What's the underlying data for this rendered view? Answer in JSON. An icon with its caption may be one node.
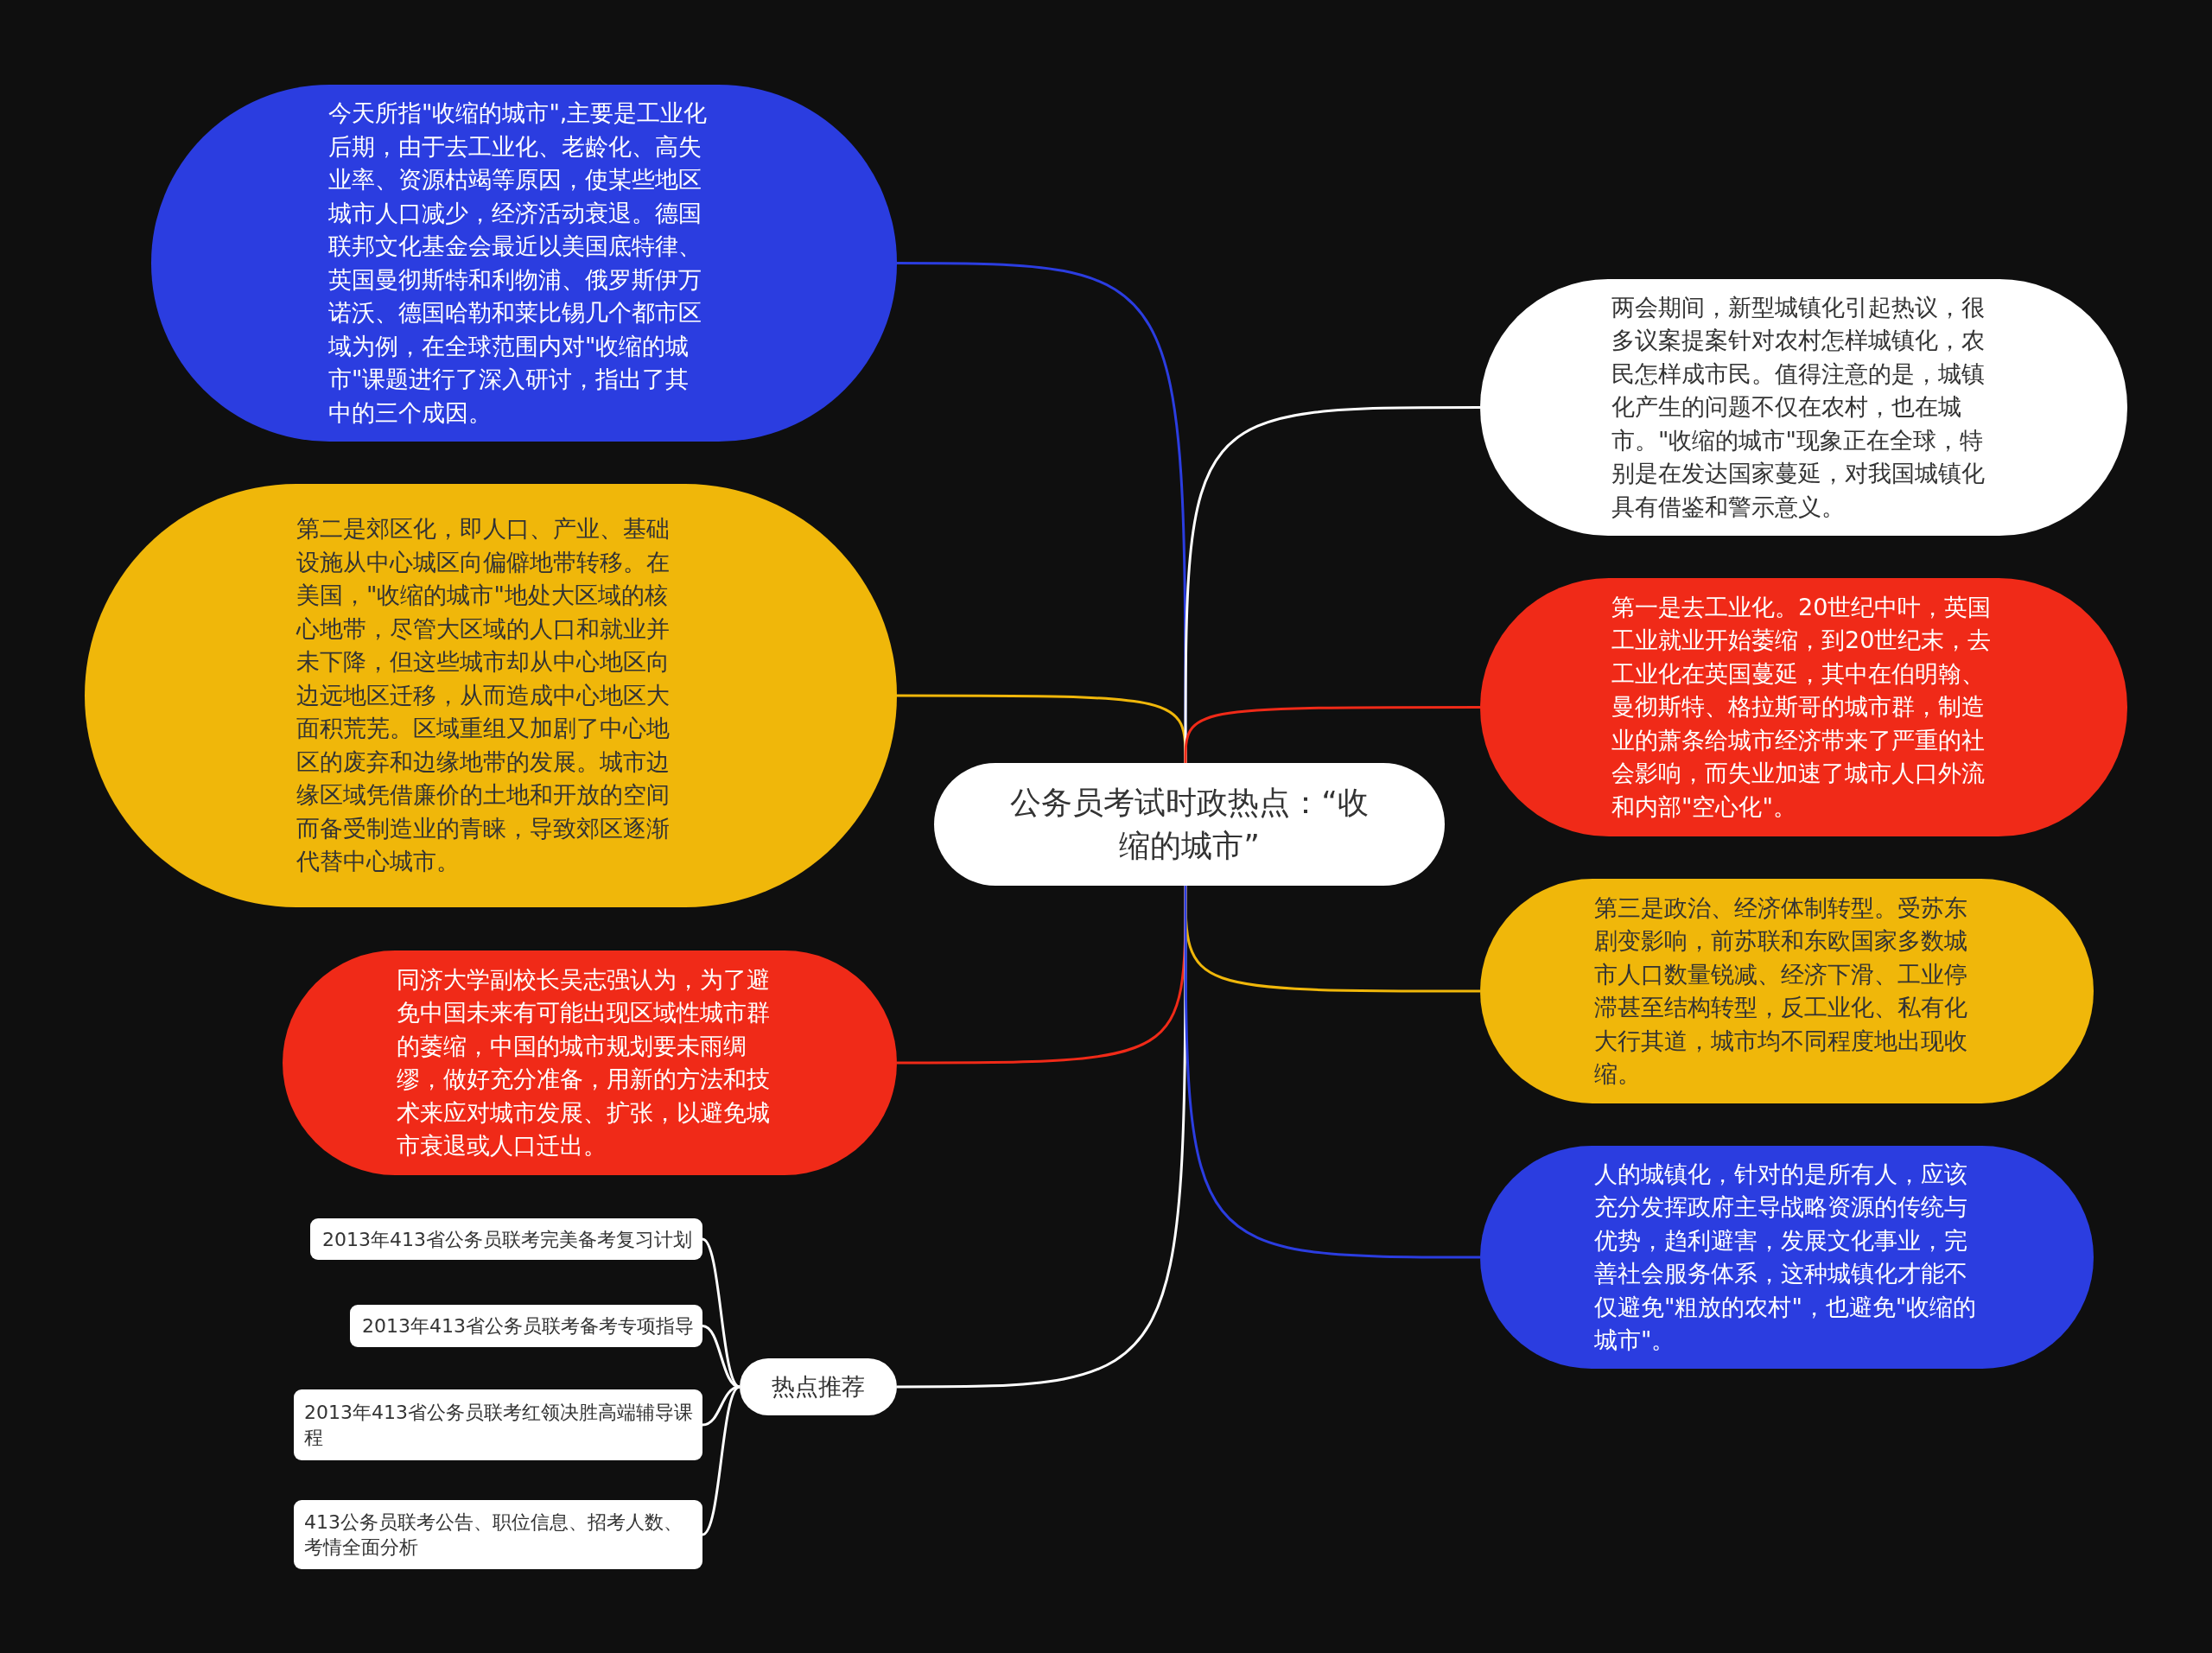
{
  "diagram": {
    "nodes": [
      {
        "text": [
          "公务员考试时政热点：“收缩的城市”"
        ]
      },
      {
        "text": [
          "今天所指\"收缩的城市\",主要是工业化后期，由于去工业化、老龄化、高失业率、资源枯竭等原因，使某些地区城市人口减少，经济活动衰退。德国联邦文化基金会最近以美国底特律、英国曼彻斯特和利物浦、俄罗斯伊万诺沃、德国哈勒和莱比锡几个都市区域为例，在全球范围内对\"收缩的城市\"课题进行了深入研讨，指出了其中的三个成因。"
        ]
      },
      {
        "text": [
          "第二是郊区化，即人口、产业、基础设施从中心城区向偏僻地带转移。在美国，\"收缩的城市\"地处大区域的核心地带，尽管大区域的人口和就业并未下降，但这些城市却从中心地区向边远地区迁移，从而造成中心地区大面积荒芜。区域重组又加剧了中心地区的废弃和边缘地带的发展。城市边缘区域凭借廉价的土地和开放的空间而备受制造业的青睐，导致郊区逐渐代替中心城市。"
        ]
      },
      {
        "text": [
          "同济大学副校长吴志强认为，为了避免中国未来有可能出现区域性城市群的萎缩，中国的城市规划要未雨绸缪，做好充分准备，用新的方法和技术来应对城市发展、扩张，以避免城市衰退或人口迁出。"
        ]
      },
      {
        "text": [
          "热点推荐"
        ]
      },
      {
        "text": [
          "2013年413省公务员联考完美备考复习计划"
        ]
      },
      {
        "text": [
          "2013年413省公务员联考备考专项指导"
        ]
      },
      {
        "text": [
          "2013年413省公务员联考红领决胜高端辅导课程"
        ]
      },
      {
        "text": [
          "413公务员联考公告、职位信息、招考人数、考情全面分析"
        ]
      },
      {
        "text": [
          "两会期间，新型城镇化引起热议，很多议案提案针对农村怎样城镇化，农民怎样成市民。值得注意的是，城镇化产生的问题不仅在农村，也在城市。\"收缩的城市\"现象正在全球，特别是在发达国家蔓延，对我国城镇化具有借鉴和警示意义。"
        ]
      },
      {
        "text": [
          "第一是去工业化。20世纪中叶，英国工业就业开始萎缩，到20世纪末，去工业化在英国蔓延，其中在伯明翰、曼彻斯特、格拉斯哥的城市群，制造业的萧条给城市经济带来了严重的社会影响，而失业加速了城市人口外流和内部\"空心化\"。"
        ]
      },
      {
        "text": [
          "第三是政治、经济体制转型。受苏东剧变影响，前苏联和东欧国家多数城市人口数量锐减、经济下滑、工业停滞甚至结构转型，反工业化、私有化大行其道，城市均不同程度地出现收缩。"
        ]
      },
      {
        "text": [
          "人的城镇化，针对的是所有人，应该充分发挥政府主导战略资源的传统与优势，趋利避害，发展文化事业，完善社会服务体系，这种城镇化才能不仅避免\"粗放的农村\"，也避免\"收缩的城市\"。"
        ]
      }
    ],
    "edges": [
      {
        "from": 0,
        "to": 1,
        "arrow": "none",
        "color": "#2b3de0"
      },
      {
        "from": 0,
        "to": 2,
        "arrow": "none",
        "color": "#f0b70a"
      },
      {
        "from": 0,
        "to": 3,
        "arrow": "none",
        "color": "#f02a18"
      },
      {
        "from": 0,
        "to": 4,
        "arrow": "none",
        "color": "#ffffff"
      },
      {
        "from": 4,
        "to": 5,
        "arrow": "none",
        "color": "#ffffff"
      },
      {
        "from": 4,
        "to": 6,
        "arrow": "none",
        "color": "#ffffff"
      },
      {
        "from": 4,
        "to": 7,
        "arrow": "none",
        "color": "#ffffff"
      },
      {
        "from": 4,
        "to": 8,
        "arrow": "none",
        "color": "#ffffff"
      },
      {
        "from": 0,
        "to": 9,
        "arrow": "none",
        "color": "#ffffff"
      },
      {
        "from": 0,
        "to": 10,
        "arrow": "none",
        "color": "#f02a18"
      },
      {
        "from": 0,
        "to": 11,
        "arrow": "none",
        "color": "#f0b70a"
      },
      {
        "from": 0,
        "to": 12,
        "arrow": "none",
        "color": "#2b3de0"
      }
    ]
  }
}
